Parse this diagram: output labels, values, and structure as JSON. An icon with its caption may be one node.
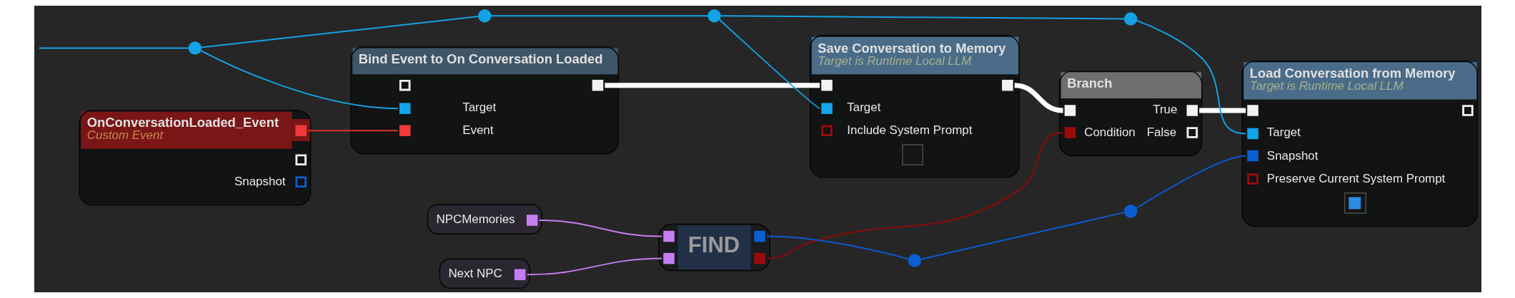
{
  "diagram": {
    "nodes": [
      {
        "text": [],
        "shape": "circle"
      },
      {
        "text": [
          "OnConversationLoaded_Event",
          "Custom Event",
          "Snapshot"
        ]
      },
      {
        "text": [],
        "shape": "circle"
      },
      {
        "text": [
          "Bind Event to On Conversation Loaded",
          "Target",
          "Event"
        ]
      },
      {
        "text": [],
        "shape": "circle"
      },
      {
        "text": [
          "Save Conversation to Memory",
          "Target is Runtime Local LLM",
          "Target",
          "Include System Prompt"
        ]
      },
      {
        "text": [
          "NPCMemories"
        ]
      },
      {
        "text": [
          "Next NPC"
        ]
      },
      {
        "text": [
          "FIND"
        ]
      },
      {
        "text": [
          "Branch",
          "True",
          "Condition",
          "False"
        ]
      },
      {
        "text": [],
        "shape": "circle"
      },
      {
        "text": [],
        "shape": "circle"
      },
      {
        "text": [],
        "shape": "circle"
      },
      {
        "text": [
          "Load Conversation from Memory",
          "Target is Runtime Local LLM",
          "Target",
          "Snapshot",
          "Preserve Current System Prompt"
        ]
      }
    ],
    "edges": [
      {
        "from": null,
        "to": 0,
        "arrow": "none"
      },
      {
        "from": 0,
        "to": 3,
        "arrow": "none"
      },
      {
        "from": 0,
        "to": 2,
        "arrow": "none"
      },
      {
        "from": 2,
        "to": 4,
        "arrow": "none"
      },
      {
        "from": 4,
        "to": 5,
        "arrow": "none"
      },
      {
        "from": 4,
        "to": 11,
        "arrow": "none"
      },
      {
        "from": 11,
        "to": 13,
        "arrow": "none"
      },
      {
        "from": 1,
        "to": 3,
        "arrow": "none",
        "color": "#e03030"
      },
      {
        "from": 3,
        "to": 5,
        "arrow": "none",
        "style": "thick",
        "color": "#ffffff"
      },
      {
        "from": 5,
        "to": 9,
        "arrow": "none",
        "style": "thick",
        "color": "#ffffff"
      },
      {
        "from": 9,
        "to": 13,
        "arrow": "none",
        "style": "thick",
        "color": "#ffffff"
      },
      {
        "from": 6,
        "to": 8,
        "arrow": "none",
        "color": "#c27ef0"
      },
      {
        "from": 7,
        "to": 8,
        "arrow": "none",
        "color": "#c27ef0"
      },
      {
        "from": 8,
        "to": 9,
        "arrow": "none",
        "color": "#8a0a0a"
      },
      {
        "from": 8,
        "to": 10,
        "arrow": "none",
        "color": "#0a5ad0"
      },
      {
        "from": 10,
        "to": 12,
        "arrow": "none",
        "color": "#0a5ad0"
      },
      {
        "from": 12,
        "to": 13,
        "arrow": "none",
        "color": "#0a5ad0"
      }
    ]
  }
}
